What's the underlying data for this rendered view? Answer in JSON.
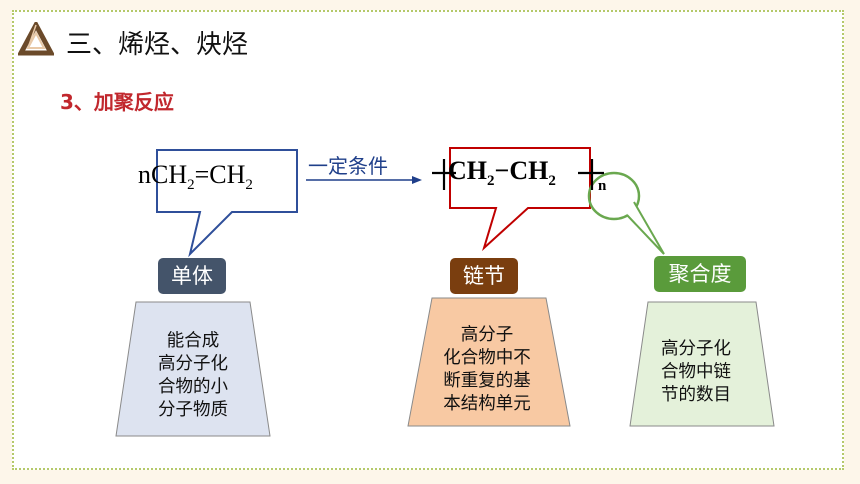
{
  "header": {
    "logo_icon": "penrose-triangle-icon",
    "section_title": "三、烯烃、炔烃"
  },
  "subsection": {
    "title": "3、加聚反应"
  },
  "equation": {
    "reactant_prefix": "nCH",
    "reactant_sub1": "2",
    "reactant_mid": "=CH",
    "reactant_sub2": "2",
    "condition": "一定条件",
    "product_ch_a": "CH",
    "product_sub_a": "2",
    "product_bond": "−",
    "product_ch_b": "CH",
    "product_sub_b": "2",
    "product_n": "n"
  },
  "callouts": {
    "monomer": {
      "label": "单体",
      "lines": [
        "能合成",
        "高分子化",
        "合物的小",
        "分子物质"
      ],
      "label_color": "#44546a",
      "box_color": "#dde3f0"
    },
    "repeating_unit": {
      "label": "链节",
      "lines": [
        "高分子",
        "化合物中不",
        "断重复的基",
        "本结构单元"
      ],
      "label_color": "#7a3e0f",
      "box_color": "#f8c9a3"
    },
    "degree": {
      "label": "聚合度",
      "lines": [
        "高分子化",
        "合物中链",
        "节的数目"
      ],
      "label_color": "#5a9b3b",
      "box_color": "#e4f1da"
    }
  },
  "colors": {
    "title_red": "#c1272d",
    "monomer_border": "#2f4f9a",
    "unit_border": "#c00000",
    "degree_border": "#6aa84f",
    "arrow": "#1f3f8a",
    "frame_dots": "#b5c96a"
  }
}
